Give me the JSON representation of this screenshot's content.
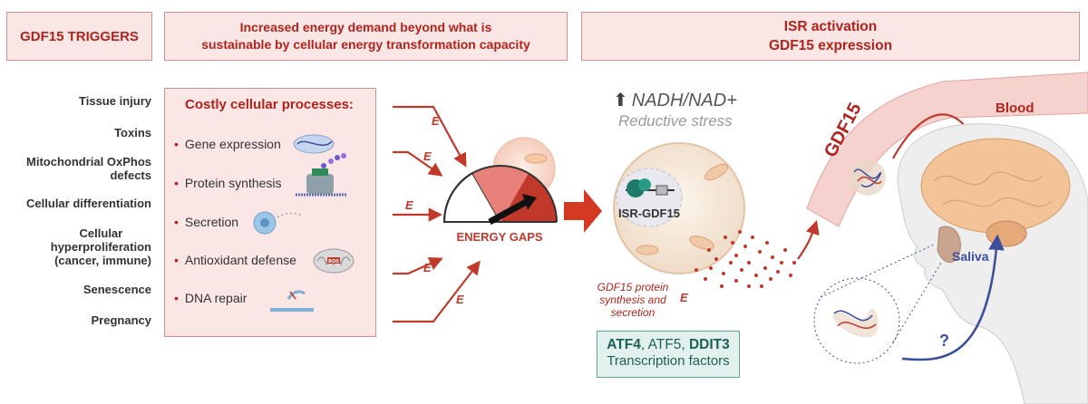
{
  "headers": {
    "triggers": "GDF15 TRIGGERS",
    "energy_line1": "Increased energy demand beyond what is",
    "energy_line2": "sustainable by cellular energy transformation capacity",
    "isr_line1": "ISR activation",
    "isr_line2": "GDF15 expression"
  },
  "triggers": [
    "Tissue injury",
    "Toxins",
    "Mitochondrial OxPhos defects",
    "Cellular differentiation",
    "Cellular hyperproliferation (cancer, immune)",
    "Senescence",
    "Pregnancy"
  ],
  "trigger_lines": {
    "mito_1": "Mitochondrial OxPhos",
    "mito_2": "defects",
    "hyper_1": "Cellular",
    "hyper_2": "hyperproliferation",
    "hyper_3": "(cancer, immune)"
  },
  "processes": {
    "title": "Costly cellular processes:",
    "bullet": "•",
    "items": [
      "Gene expression",
      "Protein synthesis",
      "Secretion",
      "Antioxidant defense",
      "DNA repair"
    ]
  },
  "energy_label": "E",
  "energy_gaps": "ENERGY GAPS",
  "mito_label": "ROS",
  "nadh": {
    "arrow": "⬆",
    "text": "NADH/NAD+",
    "subtitle": "Reductive stress"
  },
  "isr_gdf15": "ISR-GDF15",
  "gdf15_caption": {
    "line1": "GDF15 protein",
    "line2": "synthesis and",
    "line3": "secretion",
    "energy": "E"
  },
  "transcription": {
    "atf4": "ATF4",
    "sep1": ", ",
    "atf5": "ATF5",
    "sep2": ", ",
    "ddit3": "DDIT3",
    "line2": "Transcription factors"
  },
  "body_labels": {
    "gdf15": "GDF15",
    "blood": "Blood",
    "saliva": "Saliva",
    "question": "?"
  },
  "colors": {
    "accent_red": "#c0392b",
    "box_fill": "#fbe6e6",
    "box_border": "#d98d8d",
    "teal": "#1f5e55",
    "blue": "#3b4f9c"
  }
}
